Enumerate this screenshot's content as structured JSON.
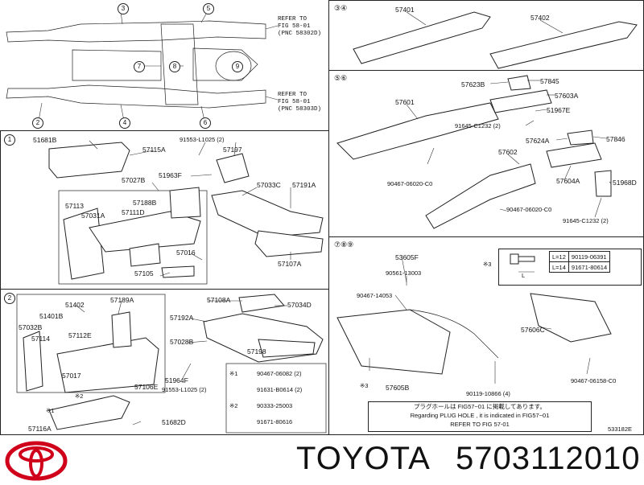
{
  "top_diagram": {
    "circled": [
      "3",
      "5",
      "7",
      "8",
      "9",
      "2",
      "4",
      "6"
    ],
    "refer_upper": [
      "REFER TO",
      "FIG 58-01",
      "(PNC 58302D)"
    ],
    "refer_lower": [
      "REFER TO",
      "FIG 58-01",
      "(PNC 58303D)"
    ]
  },
  "section_1": {
    "marker": "1",
    "parts": [
      "51681B",
      "57115A",
      "91553-L1025 (2)",
      "57197",
      "51963F",
      "57027B",
      "57033C",
      "57191A",
      "57113",
      "57188B",
      "57031A",
      "57111D",
      "57016",
      "57105",
      "57107A"
    ]
  },
  "section_2": {
    "marker": "2",
    "parts": [
      "57108A",
      "57034D",
      "51402",
      "57189A",
      "51401B",
      "57192A",
      "57032B",
      "57112E",
      "57114",
      "57028B",
      "57017",
      "57106E",
      "51964F",
      "91553-L1025 (2)",
      "57198",
      "57116A",
      "51682D"
    ],
    "note_marks": [
      "※1",
      "※2"
    ],
    "fasteners": [
      {
        "mark": "※1",
        "num": "90467-06082 (2)"
      },
      {
        "mark": "",
        "num": "91631-B0614 (2)"
      },
      {
        "mark": "※2",
        "num": "90333-25003"
      },
      {
        "mark": "",
        "num": "91671-80616"
      }
    ]
  },
  "section_34": {
    "marker": "③④",
    "parts": [
      "57401",
      "57402"
    ]
  },
  "section_56": {
    "marker": "⑤⑥",
    "parts": [
      "57623B",
      "57845",
      "57603A",
      "57601",
      "51967E",
      "91645-C1232 (2)",
      "57624A",
      "57846",
      "57602",
      "90467-06020-C0",
      "57604A",
      "51968D",
      "90467-06020-C0",
      "91645-C1232 (2)"
    ]
  },
  "section_789": {
    "marker": "⑦⑧⑨",
    "parts": [
      "53605F",
      "90561-13003",
      "90467-14053",
      "57606C",
      "90467-06158-C0",
      "57605B",
      "90119-10866 (4)"
    ],
    "note_mark": "※3",
    "bolt_table": {
      "mark": "※3",
      "dim": "L",
      "rows": [
        {
          "length": "L=12",
          "part": "90119-06391"
        },
        {
          "length": "L=14",
          "part": "91671-80614"
        }
      ]
    },
    "plug_note": {
      "jp": "プラグホールは FIG57−01 に掲載してあります。",
      "en": "Regarding PLUG HOLE , it is indicated in FIG57−01",
      "ref": "REFER TO FIG 57-01"
    },
    "ident": "533182E"
  },
  "brand": {
    "name": "TOYOTA",
    "part_number": "5703112010",
    "logo_color": "#d0021b"
  }
}
